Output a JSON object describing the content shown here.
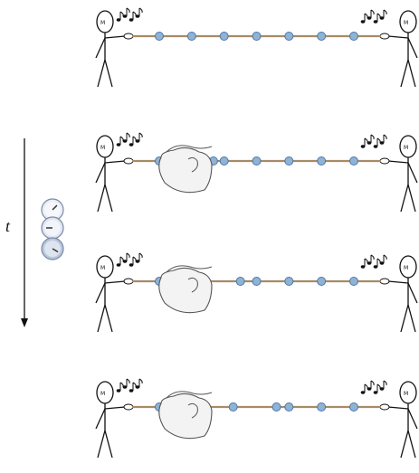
{
  "time_axis": {
    "label": "t",
    "direction": "down"
  },
  "panels": [
    {
      "step": 1,
      "hand": "none",
      "beads_displaced": "none"
    },
    {
      "step": 2,
      "hand": "pinching",
      "beads_displaced": "second bead pulled right"
    },
    {
      "step": 3,
      "hand": "pinching",
      "beads_displaced": "second and third beads pulled right"
    },
    {
      "step": 4,
      "hand": "pinching",
      "beads_displaced": "wave travels toward right person"
    }
  ],
  "figure": {
    "people_per_panel": 2,
    "beads_per_chain": 7,
    "music_notes": true,
    "clocks": 3,
    "colors": {
      "bead": "#8fb3d6",
      "bead_stroke": "#4f77a3",
      "string": "#a88a66",
      "ink": "#111111",
      "hand_fill": "#f3f3f3"
    }
  },
  "icons": [
    "stick-figure",
    "music-notes",
    "bead-chain",
    "hand",
    "clock",
    "time-arrow"
  ]
}
